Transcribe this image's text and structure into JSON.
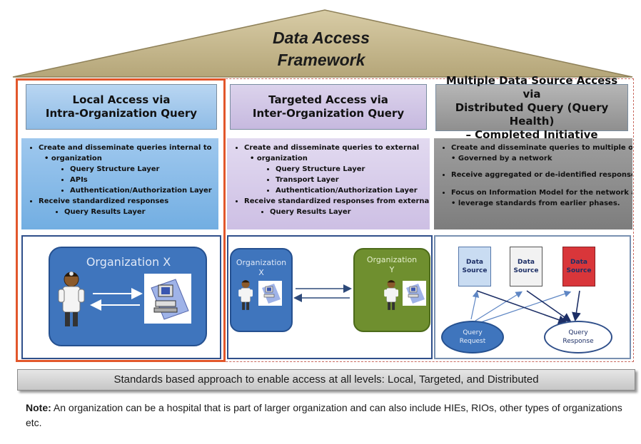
{
  "title_line1": "Data Access",
  "title_line2": "Framework",
  "columns": [
    {
      "title_line1": "Local Access via",
      "title_line2": "Intra-Organization Query",
      "items": [
        "Create and disseminate queries internal to",
        "organization",
        "Query Structure Layer",
        "APIs",
        "Authentication/Authorization Layer",
        "Receive standardized responses",
        "Query Results Layer"
      ]
    },
    {
      "title_line1": "Targeted Access via",
      "title_line2": "Inter-Organization Query",
      "items": [
        "Create and disseminate queries to external",
        "organization",
        "Query Structure Layer",
        "Transport Layer",
        "Authentication/Authorization Layer",
        "Receive standardized responses from external or",
        "Query Results Layer"
      ]
    },
    {
      "title_line1": "Multiple Data Source Access via",
      "title_line2": "Distributed Query (Query Health)",
      "title_line3": "– Completed Initiative",
      "items": [
        "Create and disseminate queries to multiple orgs",
        "Governed by a network",
        "Receive aggregated or de-identified responses",
        "Focus on Information Model for the network and",
        "leverage standards from earlier phases."
      ]
    }
  ],
  "org_x_label": "Organization X",
  "org_x_small_line1": "Organization",
  "org_x_small_line2": "X",
  "org_y_line1": "Organization",
  "org_y_line2": "Y",
  "data_source_line1": "Data",
  "data_source_line2": "Source",
  "query_request_line1": "Query",
  "query_request_line2": "Request",
  "query_response_line1": "Query",
  "query_response_line2": "Response",
  "standards_text": "Standards based approach to enable access at all levels: Local, Targeted, and Distributed",
  "note_label": "Note:",
  "note_text": " An organization can be a hospital that is part of larger organization and can also include HIEs, RIOs, other types of organizations etc.",
  "colors": {
    "roof": "#c2b38a",
    "local_frame": "#e2572b",
    "org_blue": "#3f75bd",
    "org_green": "#6f8f2f",
    "ds_blue": "#c9dcf2",
    "ds_white": "#f2f2f2",
    "ds_red": "#d9363a"
  },
  "icons": [
    "doctor-icon",
    "computer-icon"
  ]
}
